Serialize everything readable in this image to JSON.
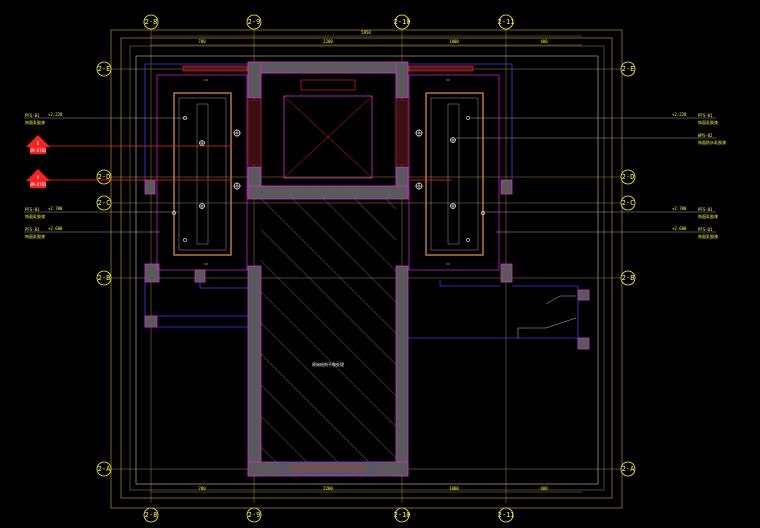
{
  "drawing": {
    "grid_top": [
      "2-8",
      "2-9",
      "2-10",
      "2-11"
    ],
    "grid_bottom": [
      "2-8",
      "2-9",
      "2-10",
      "2-11"
    ],
    "grid_left": [
      "2-E",
      "2-D",
      "2-C",
      "2-B",
      "2-A"
    ],
    "grid_right": [
      "2-E",
      "2-D",
      "2-C",
      "2-B",
      "2-A"
    ],
    "dims_top": [
      "780",
      "2200",
      "1000",
      "400"
    ],
    "dims_bottom": [
      "780",
      "2200",
      "1000",
      "400"
    ],
    "dim_overall": "5950",
    "left_annotations": [
      {
        "tag": "PFS-01",
        "level": "+2.220",
        "desc": "饰面乳胶漆"
      },
      {
        "tag": "PFS-01",
        "level": "+2.700",
        "desc": "饰面乳胶漆"
      },
      {
        "tag": "PFS-01",
        "level": "+2.600",
        "desc": "饰面乳胶漆"
      }
    ],
    "right_annotations": [
      {
        "tag": "PFS-01",
        "level": "+2.220",
        "desc": "饰面乳胶漆"
      },
      {
        "tag": "WPS-02",
        "level": "",
        "desc": "饰面防水乳胶漆"
      },
      {
        "tag": "PFS-01",
        "level": "+2.700",
        "desc": "饰面乳胶漆"
      },
      {
        "tag": "PFS-01",
        "level": "+2.600",
        "desc": "饰面乳胶漆"
      }
    ],
    "section_markers": [
      {
        "id": "B",
        "ref": "3M-DT02"
      },
      {
        "id": "B",
        "ref": "3M-DT02"
      }
    ],
    "room_label": "原始结构不做处理",
    "colors": {
      "background": "#000000",
      "grid_line": "#d4b43c",
      "bubble": "#ffff33",
      "wall_fill": "#5a5a5a",
      "outline_magenta": "#d030d0",
      "outline_blue": "#3c3cff",
      "ceiling_orange": "#c8823c",
      "red": "#ff2020",
      "white": "#ffffff",
      "green": "#3cc83c"
    }
  }
}
